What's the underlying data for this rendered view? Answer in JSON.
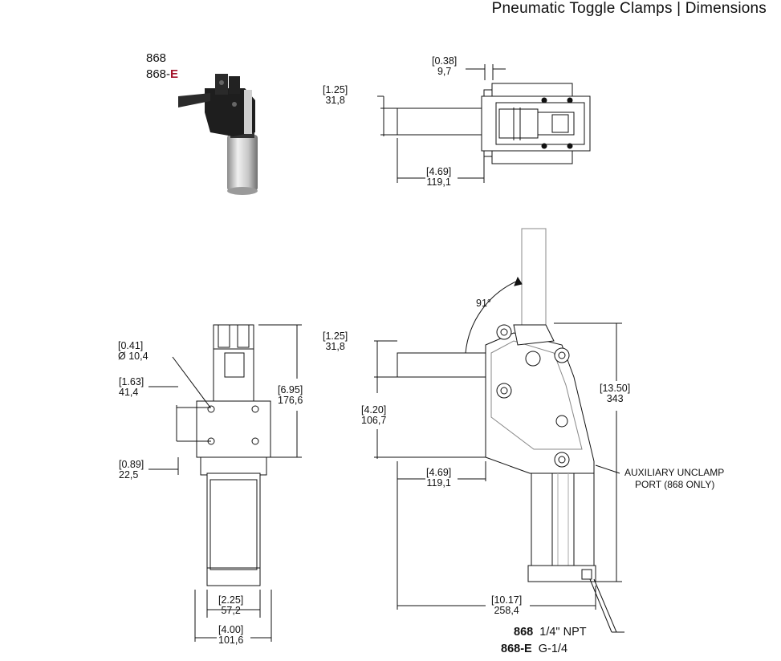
{
  "header": {
    "title": "Pneumatic Toggle Clamps | Dimensions"
  },
  "models": {
    "line1": "868",
    "line2_prefix": "868-",
    "line2_suffix": "E"
  },
  "top_view": {
    "dim_a": {
      "in": "[0.38]",
      "mm": "9,7"
    },
    "dim_b": {
      "in": "[1.25]",
      "mm": "31,8"
    },
    "dim_c": {
      "in": "[4.69]",
      "mm": "119,1"
    }
  },
  "front_view": {
    "hole": {
      "in": "[0.41]",
      "mm": "Ø 10,4"
    },
    "hole_spacing": {
      "in": "[1.63]",
      "mm": "41,4"
    },
    "height": {
      "in": "[6.95]",
      "mm": "176,6"
    },
    "base": {
      "in": "[0.89]",
      "mm": "22,5"
    },
    "inner_width": {
      "in": "[2.25]",
      "mm": "57,2"
    },
    "outer_width": {
      "in": "[4.00]",
      "mm": "101,6"
    }
  },
  "side_view": {
    "angle": "91°",
    "arm": {
      "in": "[1.25]",
      "mm": "31,8"
    },
    "arm_height": {
      "in": "[4.20]",
      "mm": "106,7"
    },
    "overall_height": {
      "in": "[13.50]",
      "mm": "343"
    },
    "reach": {
      "in": "[4.69]",
      "mm": "119,1"
    },
    "length": {
      "in": "[10.17]",
      "mm": "258,4"
    },
    "aux_port": {
      "line1": "AUXILIARY UNCLAMP",
      "line2": "PORT (868 ONLY)"
    }
  },
  "ports": [
    {
      "model": "868",
      "thread": "1/4\" NPT"
    },
    {
      "model": "868-E",
      "thread": "G-1/4"
    }
  ]
}
